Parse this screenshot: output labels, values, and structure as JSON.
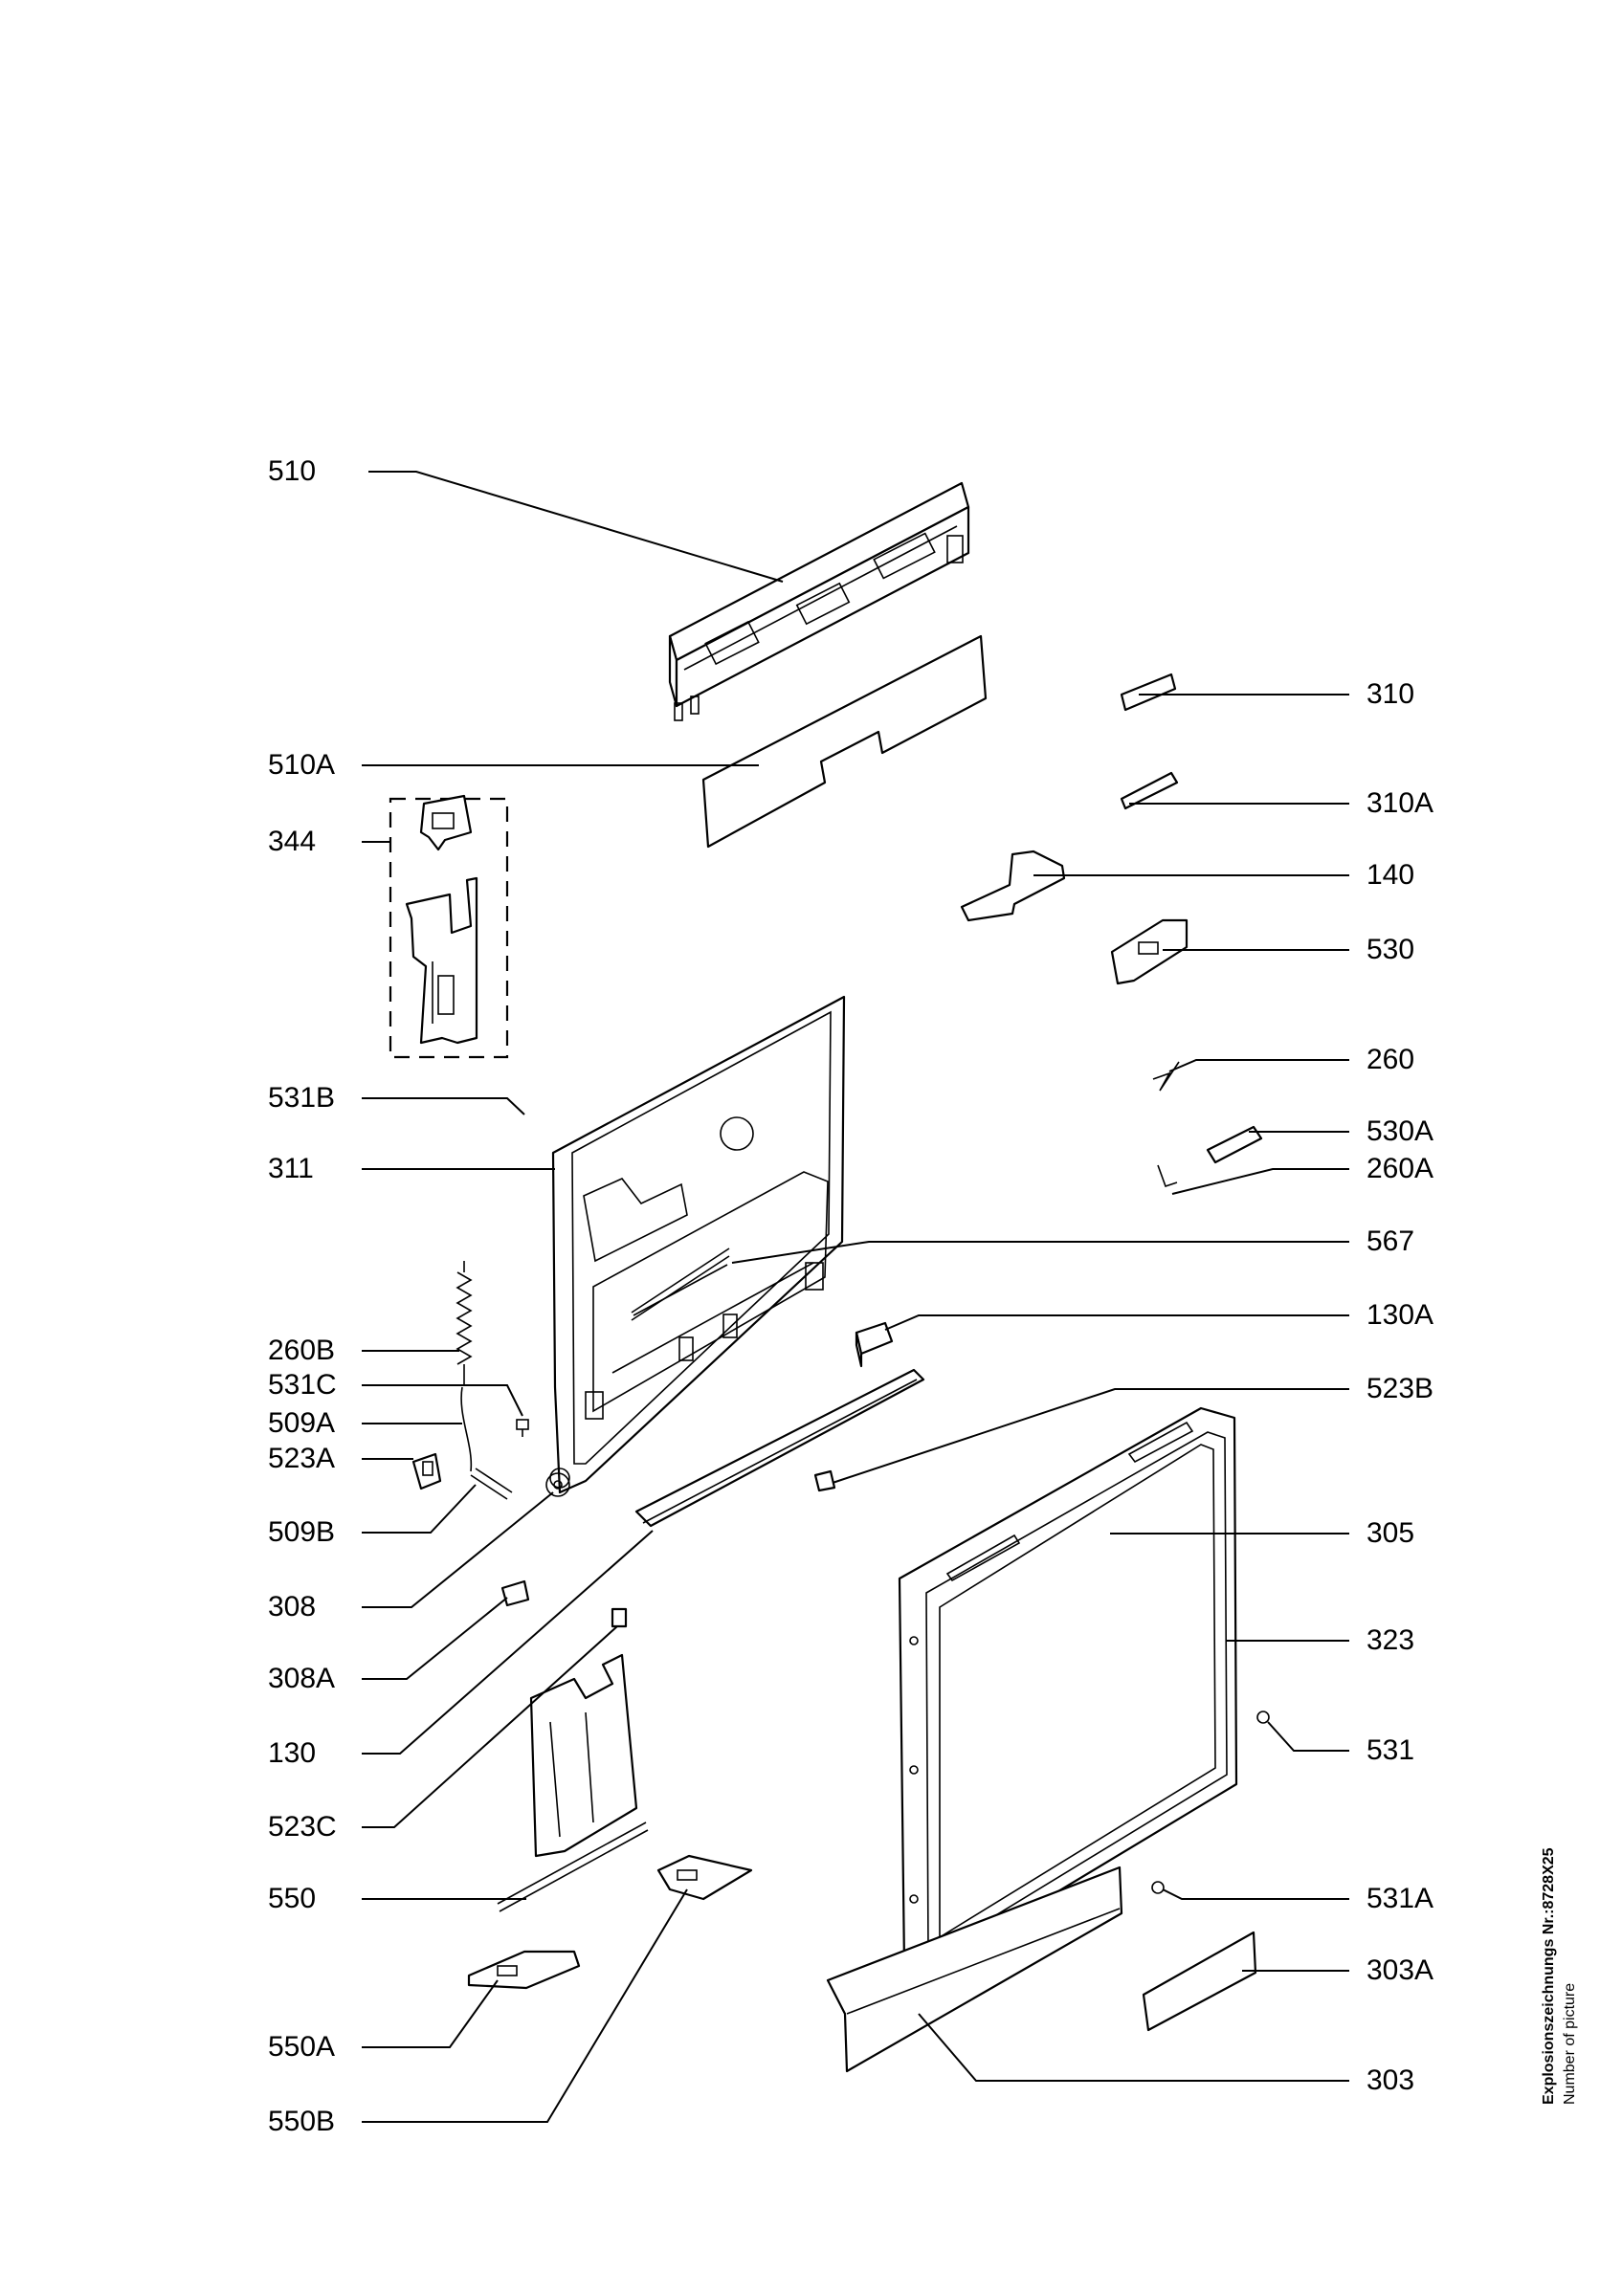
{
  "labels_left": [
    {
      "id": "510",
      "text": "510"
    },
    {
      "id": "510A",
      "text": "510A"
    },
    {
      "id": "344",
      "text": "344"
    },
    {
      "id": "531B",
      "text": "531B"
    },
    {
      "id": "311",
      "text": "311"
    },
    {
      "id": "260B",
      "text": "260B"
    },
    {
      "id": "531C",
      "text": "531C"
    },
    {
      "id": "509A",
      "text": "509A"
    },
    {
      "id": "523A",
      "text": "523A"
    },
    {
      "id": "509B",
      "text": "509B"
    },
    {
      "id": "308",
      "text": "308"
    },
    {
      "id": "308A",
      "text": "308A"
    },
    {
      "id": "130",
      "text": "130"
    },
    {
      "id": "523C",
      "text": "523C"
    },
    {
      "id": "550",
      "text": "550"
    },
    {
      "id": "550A",
      "text": "550A"
    },
    {
      "id": "550B",
      "text": "550B"
    }
  ],
  "labels_right": [
    {
      "id": "310",
      "text": "310"
    },
    {
      "id": "310A",
      "text": "310A"
    },
    {
      "id": "140",
      "text": "140"
    },
    {
      "id": "530",
      "text": "530"
    },
    {
      "id": "260",
      "text": "260"
    },
    {
      "id": "530A",
      "text": "530A"
    },
    {
      "id": "260A",
      "text": "260A"
    },
    {
      "id": "567",
      "text": "567"
    },
    {
      "id": "130A",
      "text": "130A"
    },
    {
      "id": "523B",
      "text": "523B"
    },
    {
      "id": "305",
      "text": "305"
    },
    {
      "id": "323",
      "text": "323"
    },
    {
      "id": "531",
      "text": "531"
    },
    {
      "id": "531A",
      "text": "531A"
    },
    {
      "id": "303A",
      "text": "303A"
    },
    {
      "id": "303",
      "text": "303"
    }
  ],
  "side_caption": {
    "line1": "Explosionszeichnungs Nr.:8728X25",
    "line2": "Number of picture"
  }
}
